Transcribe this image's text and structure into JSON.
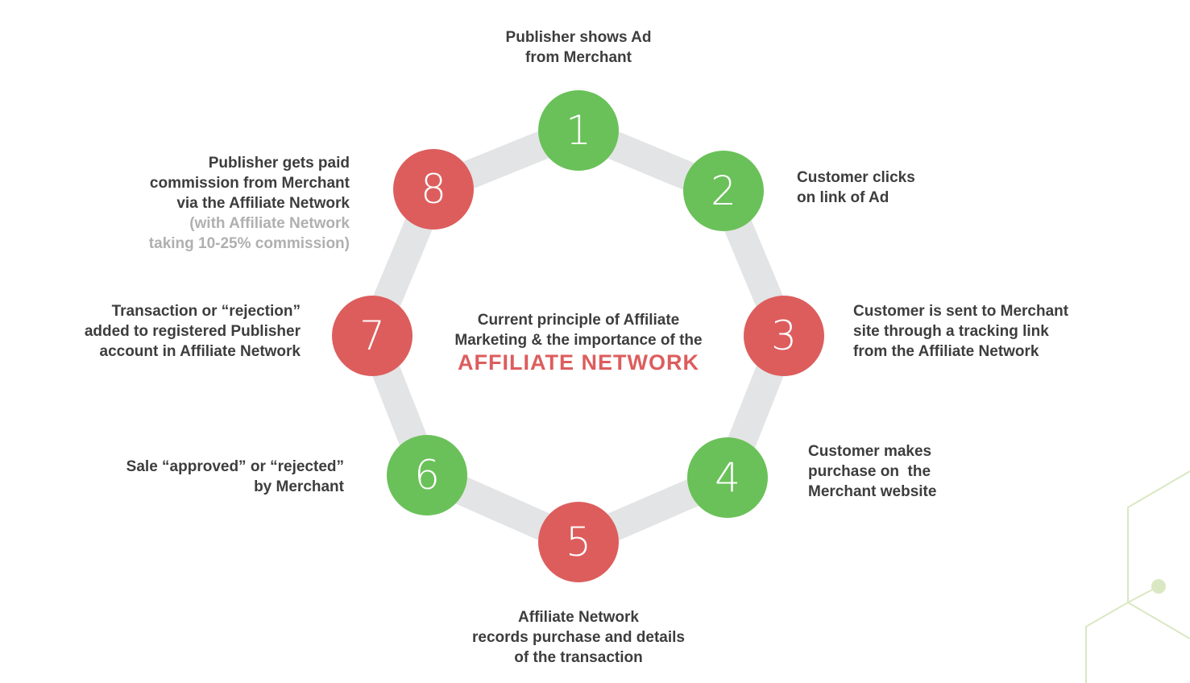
{
  "diagram": {
    "center": {
      "lines": [
        "Current principle of Affiliate",
        "Marketing & the importance of the"
      ],
      "emphasis": "AFFILIATE NETWORK"
    },
    "colors": {
      "green": "#6ac159",
      "red": "#dd5d5d",
      "ring": "#e3e4e5",
      "text": "#3d3d3d",
      "muted": "#b0b0b0",
      "accent_lines": "#d9e8c2"
    },
    "steps": [
      {
        "number": "1",
        "color": "green",
        "lines": [
          "Publisher shows Ad",
          "from Merchant"
        ]
      },
      {
        "number": "2",
        "color": "green",
        "lines": [
          "Customer clicks",
          "on link of Ad"
        ]
      },
      {
        "number": "3",
        "color": "red",
        "lines": [
          "Customer is sent to Merchant",
          "site through a tracking link",
          "from the Affiliate Network"
        ]
      },
      {
        "number": "4",
        "color": "green",
        "lines": [
          "Customer makes",
          "purchase on  the",
          "Merchant website"
        ]
      },
      {
        "number": "5",
        "color": "red",
        "lines": [
          "Affiliate Network",
          "records purchase and details",
          "of the transaction"
        ]
      },
      {
        "number": "6",
        "color": "green",
        "lines": [
          "Sale “approved” or “rejected”",
          "by Merchant"
        ]
      },
      {
        "number": "7",
        "color": "red",
        "lines": [
          "Transaction or “rejection”",
          "added to registered Publisher",
          "account in Affiliate Network"
        ]
      },
      {
        "number": "8",
        "color": "red",
        "lines": [
          "Publisher gets paid",
          "commission from Merchant",
          "via the Affiliate Network"
        ],
        "muted_lines": [
          "(with Affiliate Network",
          "taking 10-25% commission)"
        ]
      }
    ]
  }
}
